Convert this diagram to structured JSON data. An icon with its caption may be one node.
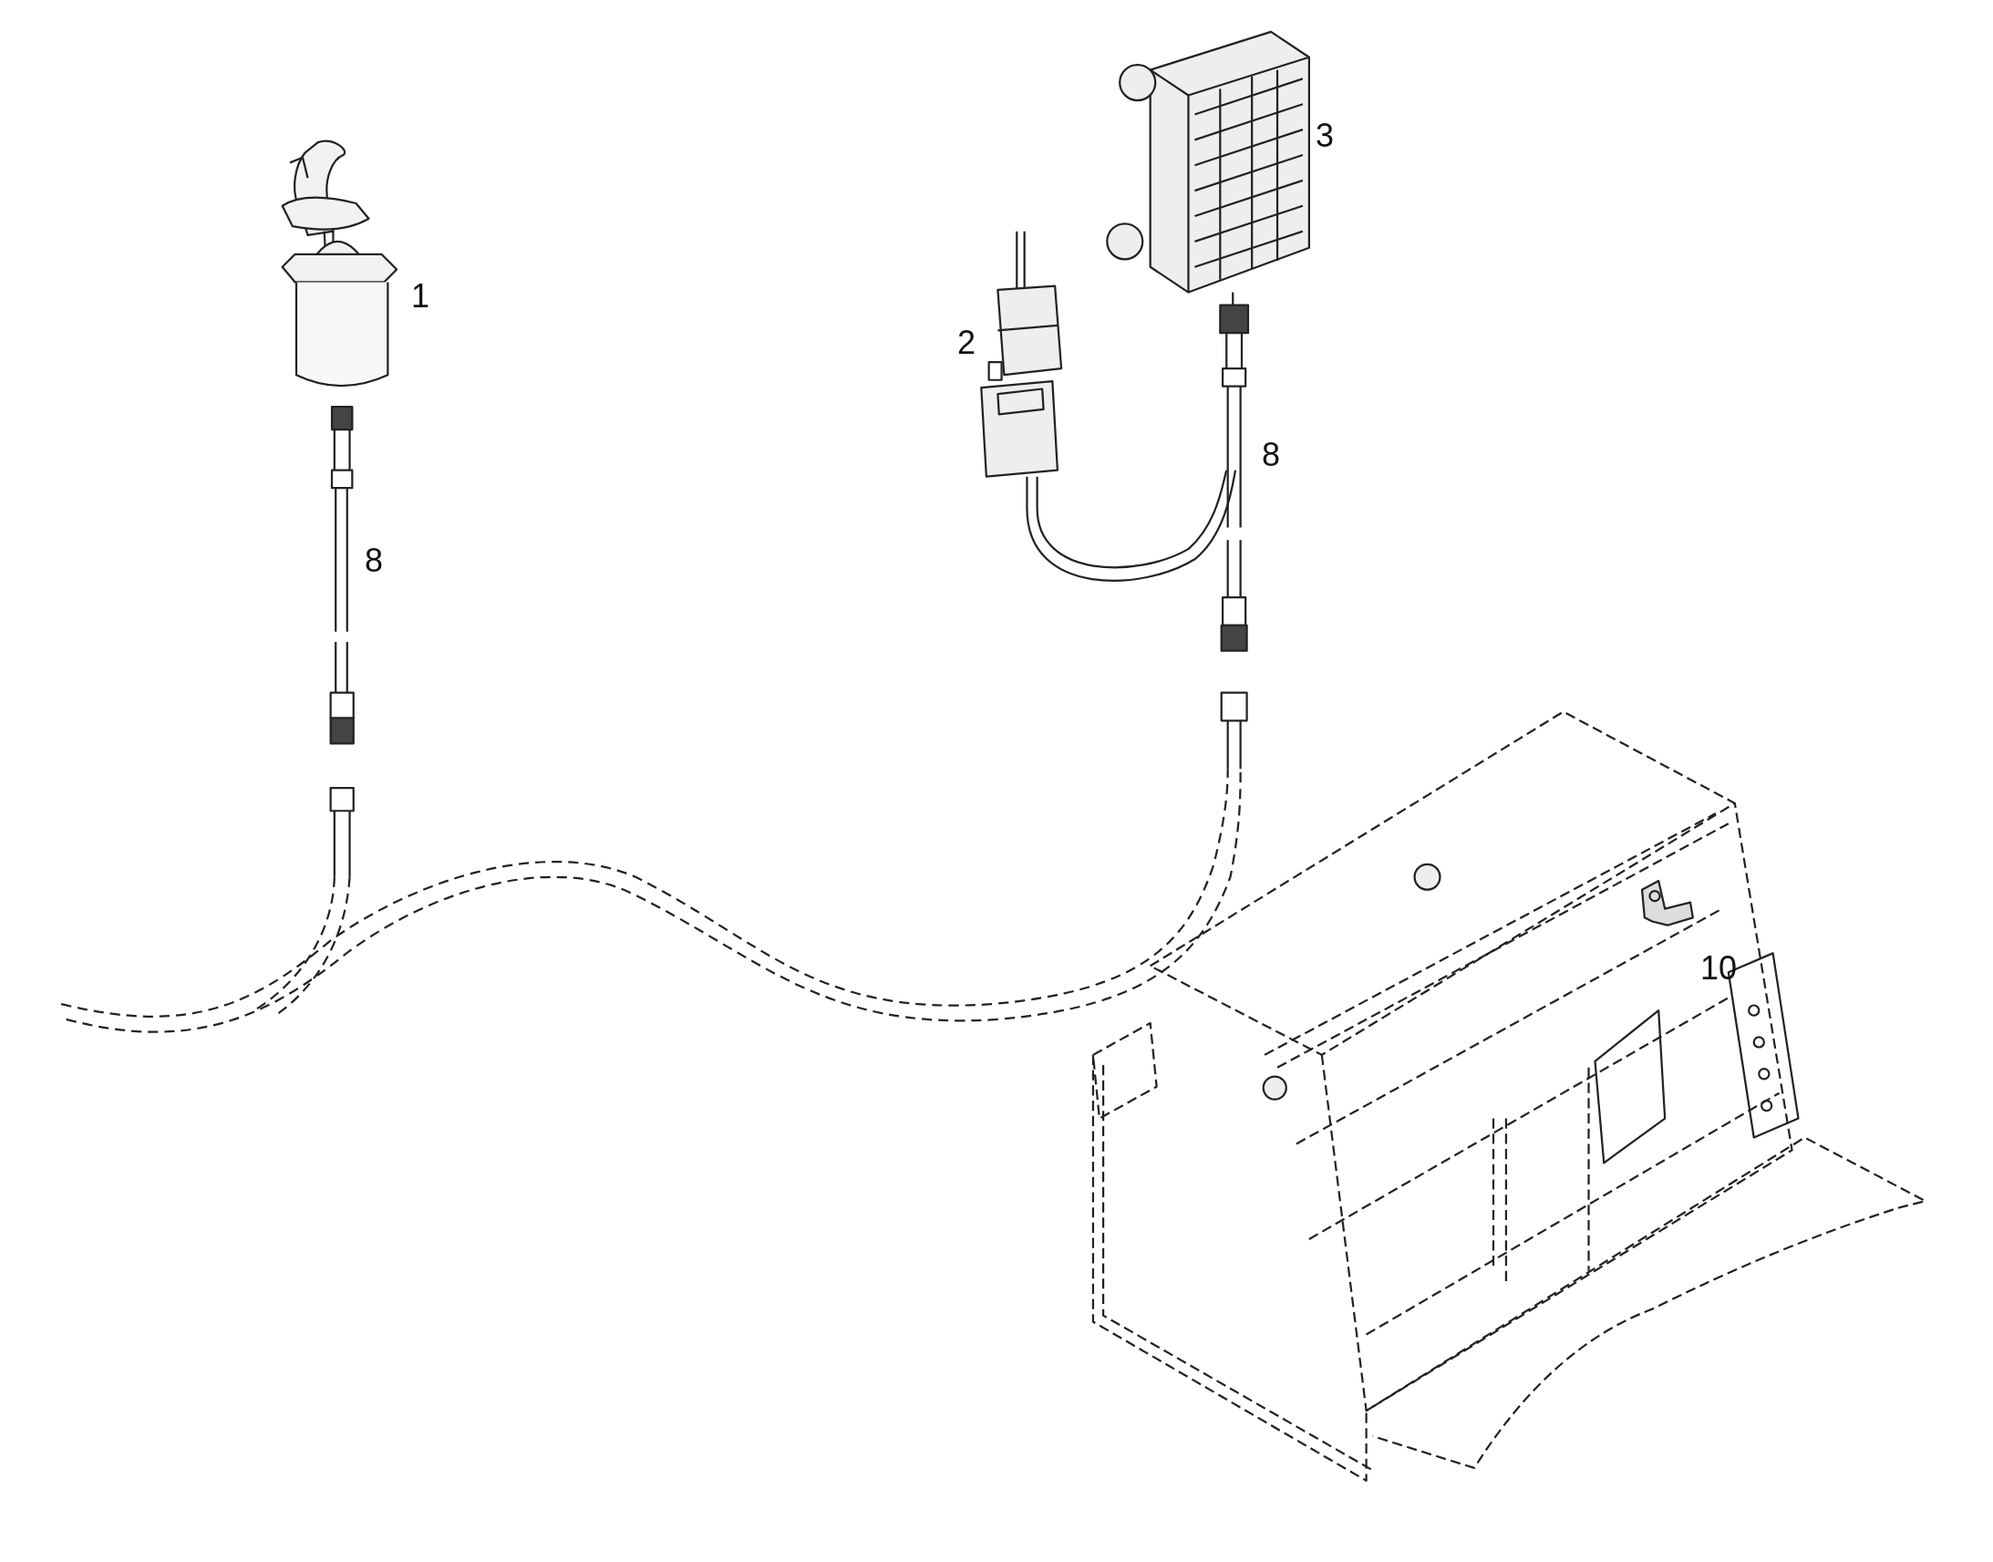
{
  "diagram": {
    "labels": [
      "3",
      "1",
      "2",
      "8",
      "8",
      "10"
    ]
  }
}
